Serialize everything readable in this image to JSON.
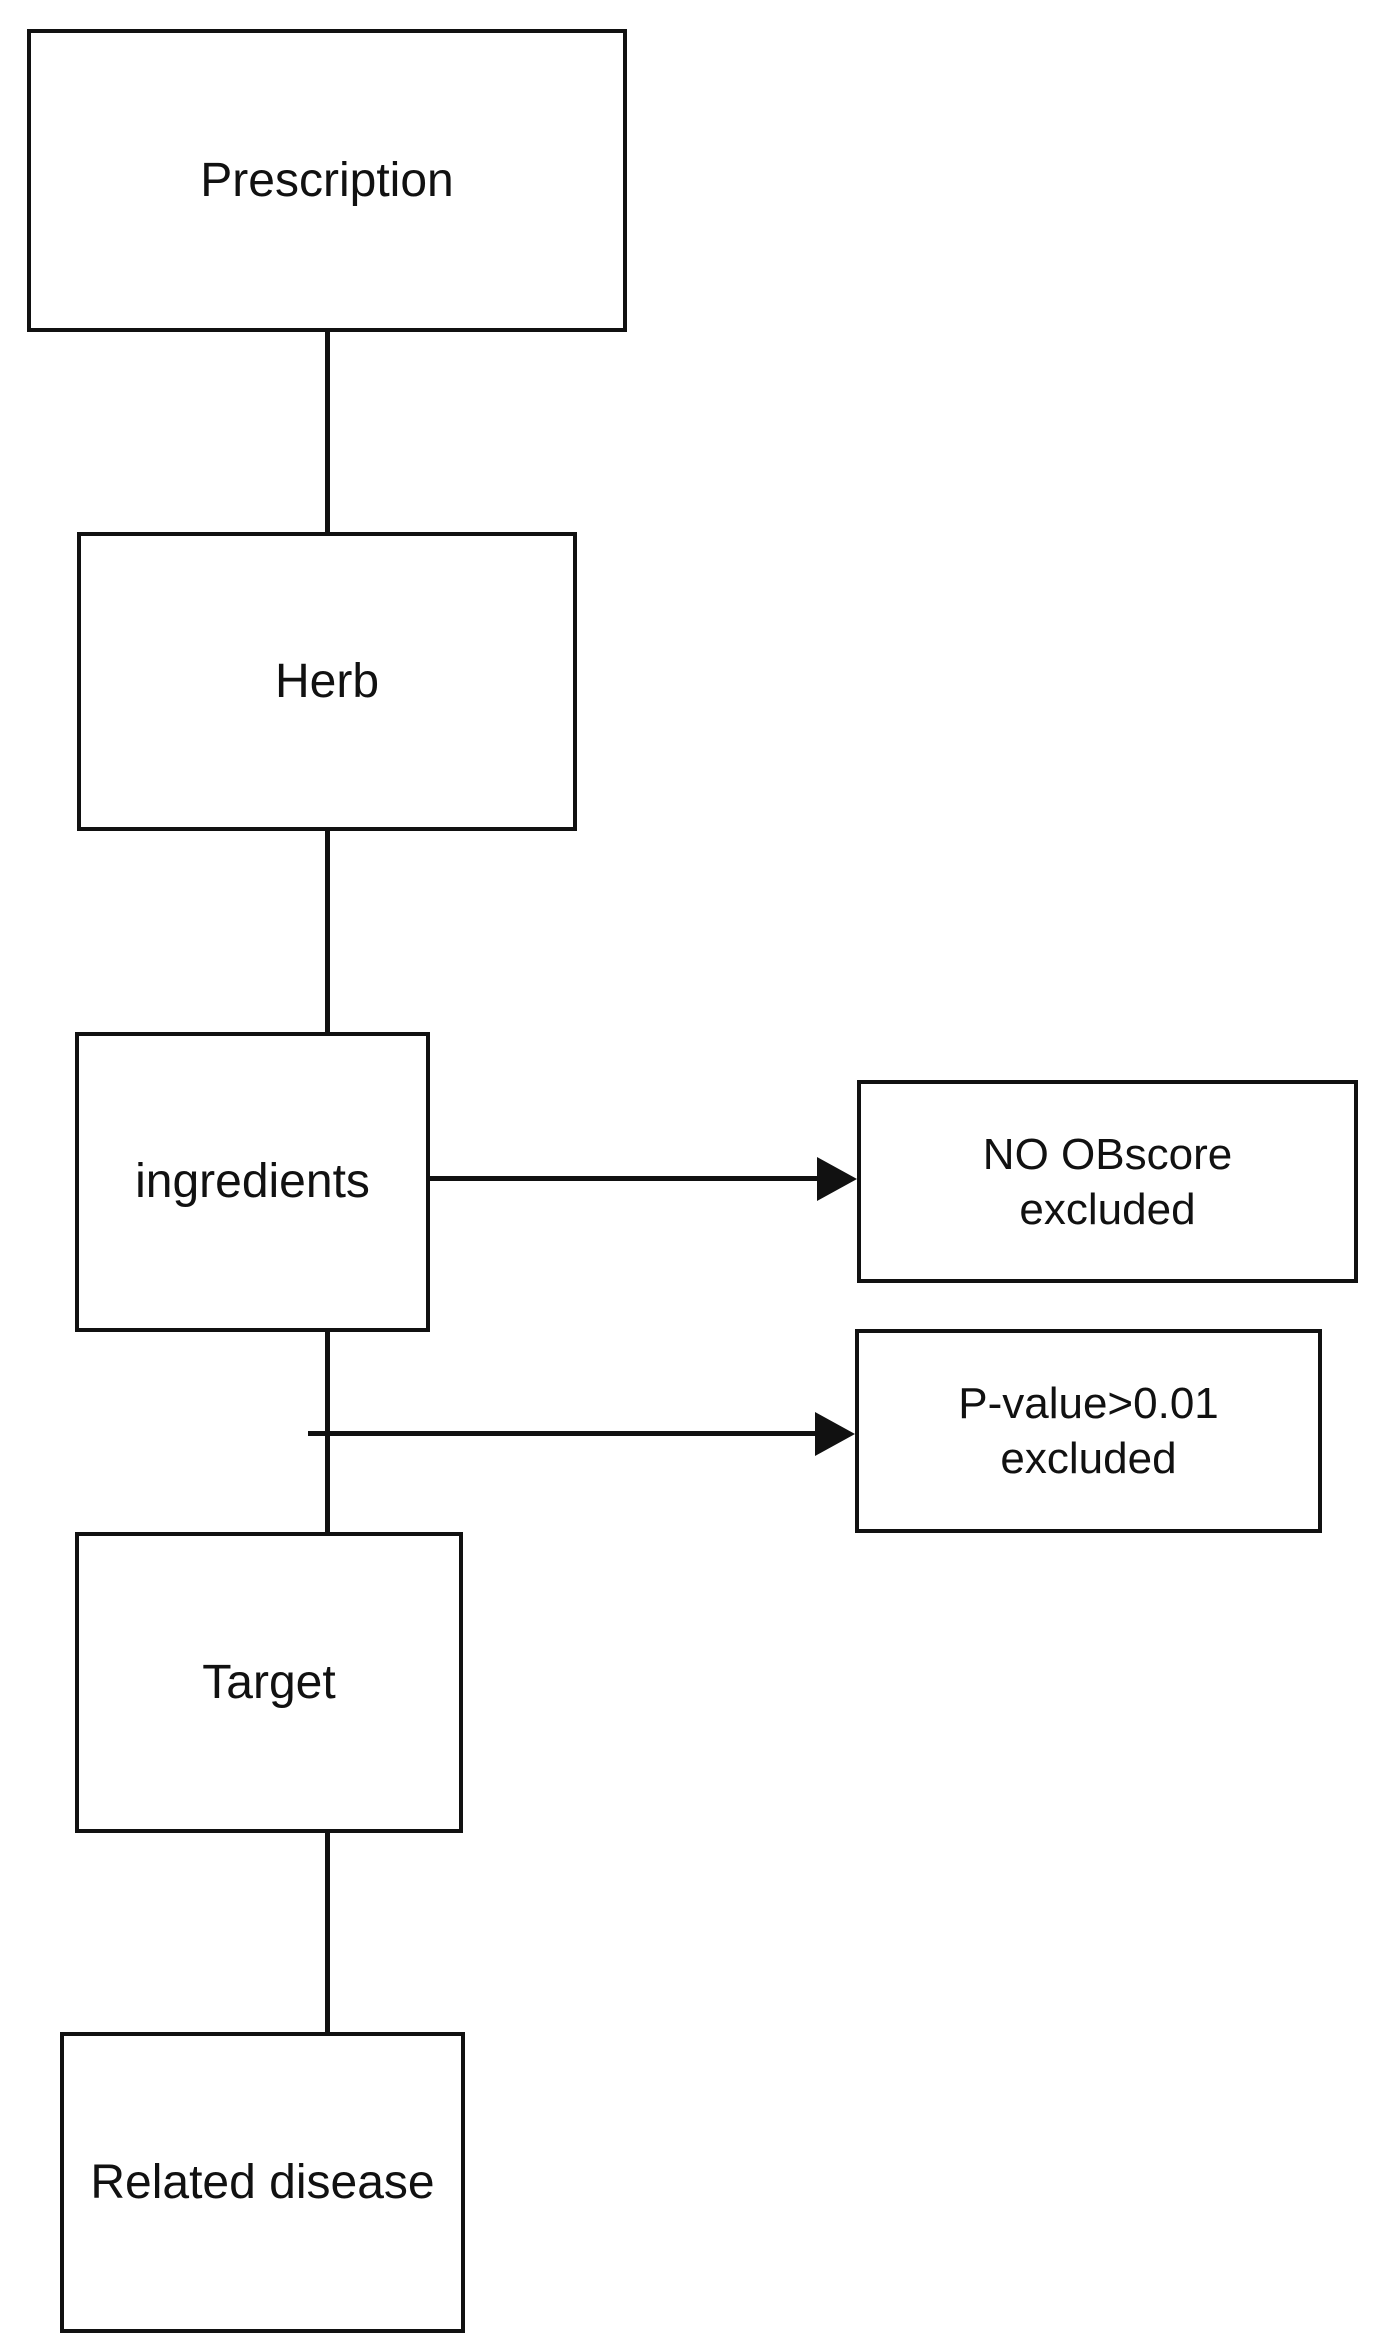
{
  "diagram": {
    "type": "flowchart",
    "orientation": "vertical-with-side-branches",
    "background_color": "#ffffff",
    "line_color": "#111111",
    "nodes": [
      {
        "id": "prescription",
        "label": "Prescription",
        "shape": "rectangle"
      },
      {
        "id": "herb",
        "label": "Herb",
        "shape": "rectangle"
      },
      {
        "id": "ingredients",
        "label": "ingredients",
        "shape": "rectangle"
      },
      {
        "id": "target",
        "label": "Target",
        "shape": "rectangle"
      },
      {
        "id": "disease",
        "label": "Related disease",
        "shape": "rectangle"
      },
      {
        "id": "ob_excluded",
        "label": "NO OBscore\nexcluded",
        "shape": "rectangle"
      },
      {
        "id": "p_excluded",
        "label": "P-value>0.01\nexcluded",
        "shape": "rectangle"
      }
    ],
    "edges": [
      {
        "from": "prescription",
        "to": "herb",
        "style": "plain-line",
        "direction": "down"
      },
      {
        "from": "herb",
        "to": "ingredients",
        "style": "plain-line",
        "direction": "down"
      },
      {
        "from": "ingredients",
        "to": "target",
        "style": "plain-line",
        "direction": "down"
      },
      {
        "from": "target",
        "to": "disease",
        "style": "plain-line",
        "direction": "down"
      },
      {
        "from": "ingredients",
        "to": "ob_excluded",
        "style": "arrow",
        "direction": "right"
      },
      {
        "from": "ingredients",
        "to": "p_excluded",
        "style": "arrow",
        "direction": "right"
      }
    ]
  }
}
